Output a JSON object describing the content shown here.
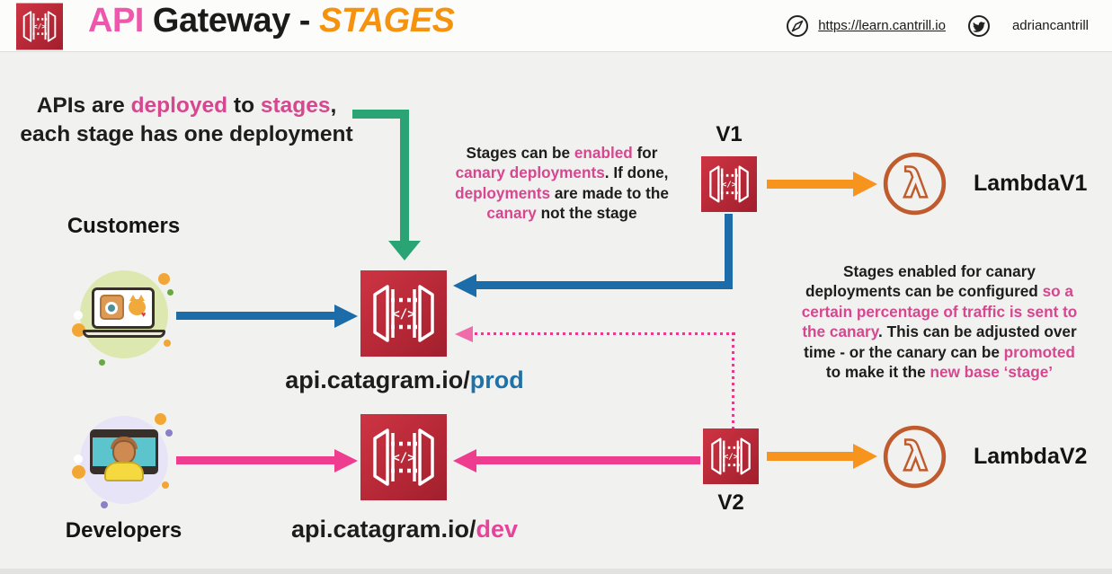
{
  "header": {
    "title_api": "API",
    "title_gateway": " Gateway - ",
    "title_stages": "STAGES",
    "link_url": "https://learn.cantrill.io",
    "twitter_handle": "adriancantrill"
  },
  "labels": {
    "customers": "Customers",
    "developers": "Developers",
    "v1": "V1",
    "v2": "V2",
    "lambda_v1": "LambdaV1",
    "lambda_v2": "LambdaV2"
  },
  "segments": {
    "deploy_note": [
      {
        "t": "APIs are ",
        "c": "k"
      },
      {
        "t": "deployed",
        "c": "p"
      },
      {
        "t": " to ",
        "c": "k"
      },
      {
        "t": "stages",
        "c": "p"
      },
      {
        "t": ",",
        "c": "k"
      },
      {
        "br": true
      },
      {
        "t": "each stage has one deployment",
        "c": "k"
      }
    ],
    "canary_note": [
      {
        "t": "Stages can be ",
        "c": "k"
      },
      {
        "t": "enabled",
        "c": "p"
      },
      {
        "t": " for",
        "c": "k"
      },
      {
        "br": true
      },
      {
        "t": "canary deployments",
        "c": "p"
      },
      {
        "t": ". If done,",
        "c": "k"
      },
      {
        "br": true
      },
      {
        "t": "deployments",
        "c": "p"
      },
      {
        "t": " are made to the",
        "c": "k"
      },
      {
        "br": true
      },
      {
        "t": "canary",
        "c": "p"
      },
      {
        "t": " not the stage",
        "c": "k"
      }
    ],
    "canary_config_note": [
      {
        "t": "Stages enabled for canary",
        "c": "k"
      },
      {
        "br": true
      },
      {
        "t": "deployments can be configured ",
        "c": "k"
      },
      {
        "t": "so a",
        "c": "p"
      },
      {
        "br": true
      },
      {
        "t": "certain percentage of traffic is sent to",
        "c": "p"
      },
      {
        "br": true
      },
      {
        "t": "the canary",
        "c": "p"
      },
      {
        "t": ". This can be adjusted over",
        "c": "k"
      },
      {
        "br": true
      },
      {
        "t": "time - or the canary can be ",
        "c": "k"
      },
      {
        "t": "promoted",
        "c": "p"
      },
      {
        "br": true
      },
      {
        "t": "to make it the ",
        "c": "k"
      },
      {
        "t": "new base ‘stage’",
        "c": "p"
      }
    ],
    "prod_url": [
      {
        "t": "api.catagram.io/",
        "c": "k"
      },
      {
        "t": "prod",
        "c": "blue"
      }
    ],
    "dev_url": [
      {
        "t": "api.catagram.io/",
        "c": "k"
      },
      {
        "t": "dev",
        "c": "pink"
      }
    ]
  },
  "icons": {
    "api-gateway-icon": "</>",
    "lambda-icon": "λ",
    "compass-link-icon": "compass",
    "twitter-icon": "twitter-bird",
    "heart-icon": "♥"
  },
  "colors": {
    "title_pink": "#ee58ac",
    "title_orange": "#f5920e",
    "body_pink": "#d6478f",
    "arrow_green": "#2aa474",
    "arrow_blue": "#1b6ca8",
    "arrow_pink": "#ee3d8f",
    "arrow_orange": "#f7941e",
    "gateway_red": "#c62f3e",
    "lambda_orange": "#bf5b2d",
    "prod_blue": "#1f72a8",
    "background": "#f1f1ef"
  }
}
